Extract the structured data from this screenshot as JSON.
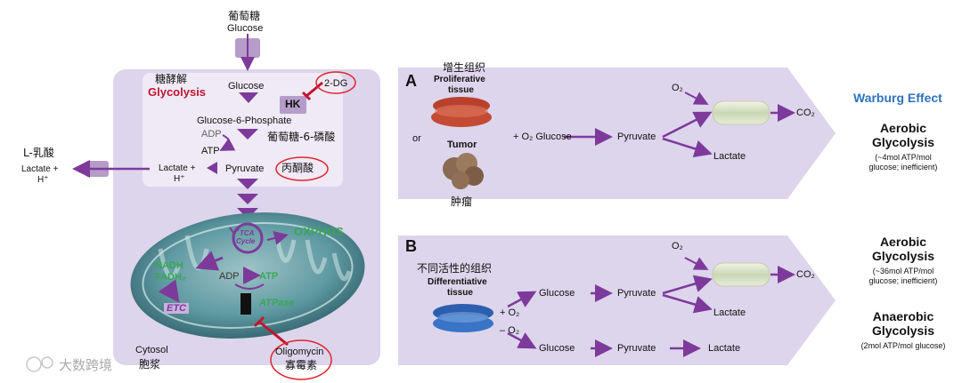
{
  "colors": {
    "panel_bg": "#ddd5ec",
    "panel_inner": "#efeaf6",
    "arrow": "#7d3a9b",
    "arrow_light": "#b59cc9",
    "glycolysis_red": "#c0152f",
    "oxphos_green": "#3aa655",
    "warburg_blue": "#2f72bf",
    "circle_red": "#e0242e",
    "mito_teal": "#4f8f9a"
  },
  "left": {
    "glucose_top_cn": "葡萄糖",
    "glucose_top_en": "Glucose",
    "glycolysis_cn": "糖酵解",
    "glycolysis_en": "Glycolysis",
    "glucose_inner": "Glucose",
    "hk": "HK",
    "inhibitor_2dg": "2-DG",
    "g6p": "Glucose-6-Phosphate",
    "g6p_cn": "葡萄糖-6-磷酸",
    "adp": "ADP",
    "atp": "ATP",
    "pyruvate": "Pyruvate",
    "pyruvate_cn": "丙酮酸",
    "lactate_inner_1": "Lactate +",
    "lactate_inner_2": "H⁺",
    "lactate_out_cn": "L-乳酸",
    "lactate_out_1": "Lactate +",
    "lactate_out_2": "H⁺",
    "tca_1": "TCA",
    "tca_2": "Cycle",
    "oxphos": "OXPHOS",
    "nadh": "NADH",
    "fadh2": "FADH₂",
    "etc": "ETC",
    "mito_adp": "ADP",
    "mito_atp": "ATP",
    "atpase": "ATPase",
    "oligomycin": "Oligomycin",
    "oligomycin_cn": "寡霉素",
    "cytosol": "Cytosol",
    "cytosol_cn": "胞浆"
  },
  "panel_a": {
    "letter": "A",
    "prolif_cn": "增生组织",
    "prolif_1": "Proliferative",
    "prolif_2": "tissue",
    "or": "or",
    "tumor": "Tumor",
    "tumor_cn": "肿瘤",
    "o2_glucose": "+ O₂ Glucose",
    "pyruvate": "Pyruvate",
    "o2": "O₂",
    "co2": "CO₂",
    "lactate": "Lactate"
  },
  "panel_b": {
    "letter": "B",
    "diff_cn": "不同活性的组织",
    "diff_1": "Differentiative",
    "diff_2": "tissue",
    "plus_o2": "+ O₂",
    "minus_o2": "– O₂",
    "glucose_1": "Glucose",
    "pyruvate_1": "Pyruvate",
    "glucose_2": "Glucose",
    "pyruvate_2": "Pyruvate",
    "lactate_1": "Lactate",
    "lactate_2": "Lactate",
    "o2": "O₂",
    "co2": "CO₂"
  },
  "right": {
    "warburg": "Warburg Effect",
    "aerobic_a_1": "Aerobic",
    "aerobic_a_2": "Glycolysis",
    "aerobic_a_note_1": "(~4mol ATP/mol",
    "aerobic_a_note_2": "glucose; inefficient)",
    "aerobic_b_1": "Aerobic",
    "aerobic_b_2": "Glycolysis",
    "aerobic_b_note_1": "(~36mol ATP/mol",
    "aerobic_b_note_2": "glucose; inefficient)",
    "anaerobic_1": "Anaerobic",
    "anaerobic_2": "Glycolysis",
    "anaerobic_note": "(2mol ATP/mol glucose)"
  },
  "watermark": "大数跨境"
}
